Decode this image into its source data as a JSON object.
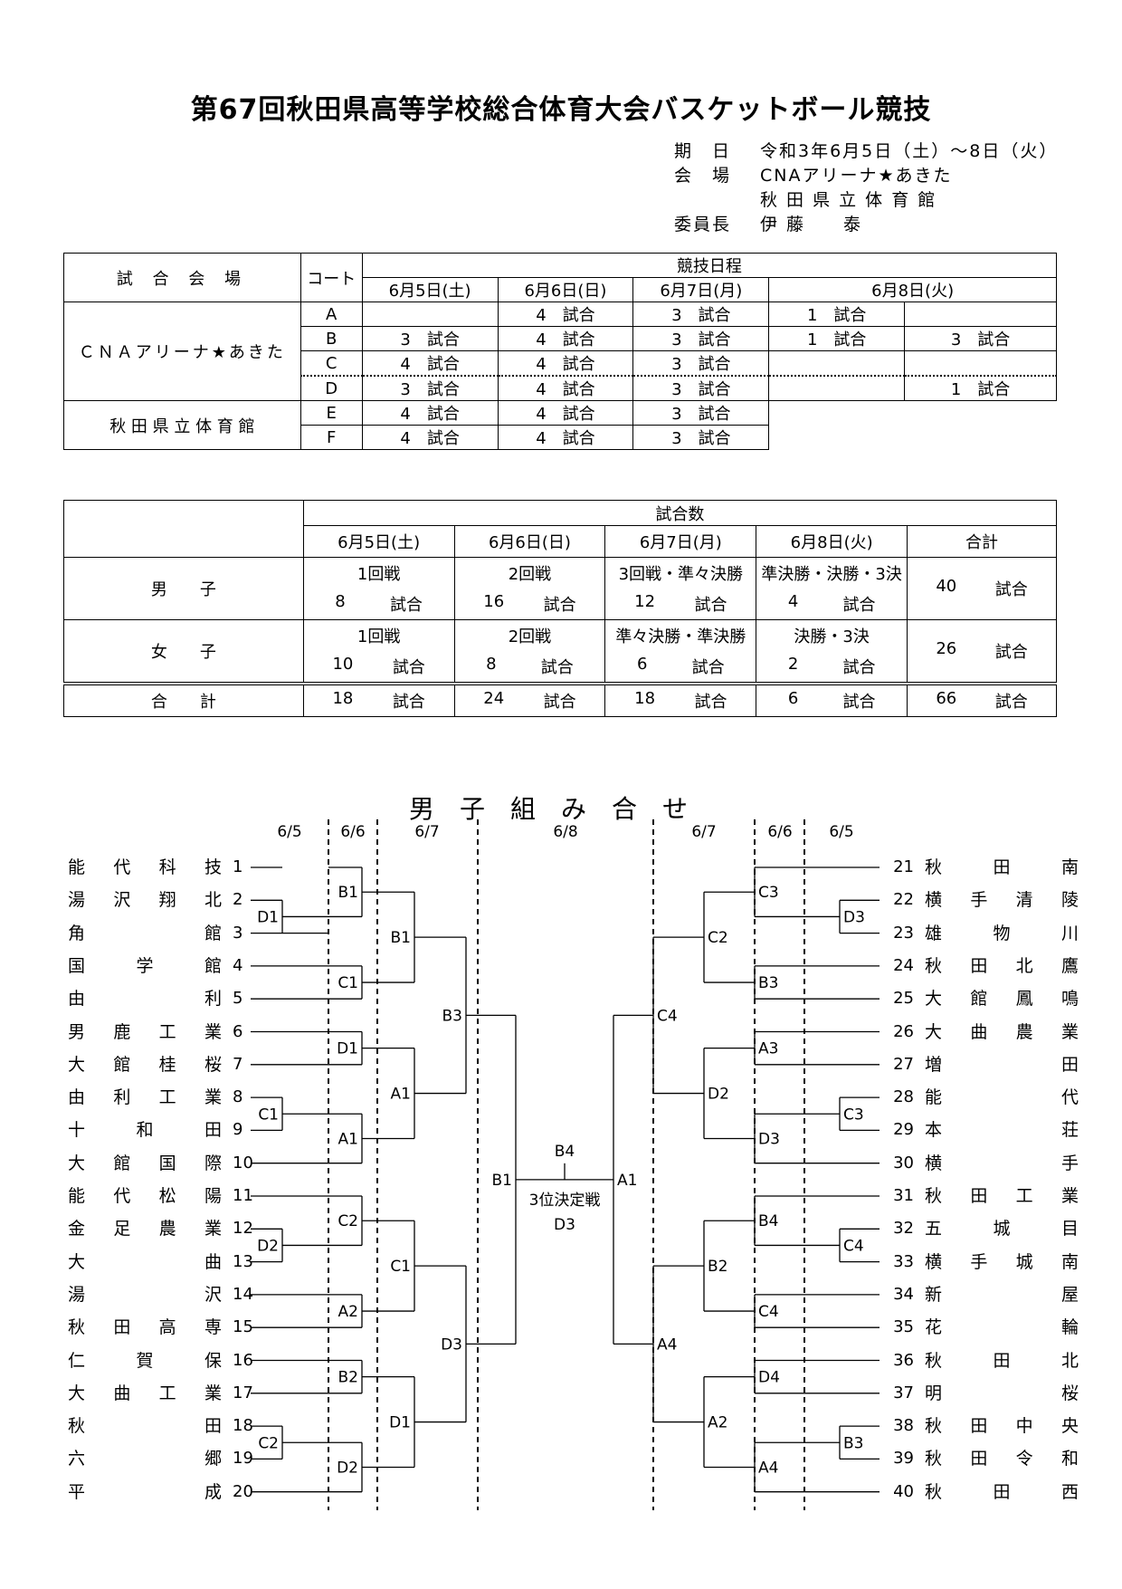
{
  "title": "第67回秋田県高等学校総合体育大会バスケットボール競技",
  "info": {
    "date_label": "期　日",
    "date_value": "令和3年6月5日（土）～8日（火）",
    "venue_label": "会　場",
    "venue1": "CNAアリーナ★あきた",
    "venue2": "秋 田 県 立 体 育 館",
    "chair_label": "委員長",
    "chair_name": "伊 藤　　泰"
  },
  "schedule": {
    "venue_header": "試 合 会 場",
    "court_header": "コート",
    "schedule_header": "競技日程",
    "days": [
      "6月5日(土)",
      "6月6日(日)",
      "6月7日(月)",
      "6月8日(火)"
    ],
    "venue1": "ＣＮＡアリーナ★あきた",
    "venue2": "秋 田 県 立 体 育 館",
    "rows": [
      {
        "court": "A",
        "d1": "",
        "d2": "4　試合",
        "d3": "3　試合",
        "d4a": "1　試合",
        "d4b": ""
      },
      {
        "court": "B",
        "d1": "3　試合",
        "d2": "4　試合",
        "d3": "3　試合",
        "d4a": "1　試合",
        "d4b": "3　試合"
      },
      {
        "court": "C",
        "d1": "4　試合",
        "d2": "4　試合",
        "d3": "3　試合",
        "d4a": "",
        "d4b": ""
      },
      {
        "court": "D",
        "d1": "3　試合",
        "d2": "4　試合",
        "d3": "3　試合",
        "d4a": "",
        "d4b": "1　試合"
      },
      {
        "court": "E",
        "d1": "4　試合",
        "d2": "4　試合",
        "d3": "3　試合"
      },
      {
        "court": "F",
        "d1": "4　試合",
        "d2": "4　試合",
        "d3": "3　試合"
      }
    ]
  },
  "counts": {
    "header": "試合数",
    "days": [
      "6月5日(土)",
      "6月6日(日)",
      "6月7日(月)",
      "6月8日(火)"
    ],
    "total_header": "合計",
    "unit": "試合",
    "boys": {
      "label": "男　　子",
      "rounds": [
        "1回戦",
        "2回戦",
        "3回戦・準々決勝",
        "準決勝・決勝・3決"
      ],
      "nums": [
        "8",
        "16",
        "12",
        "4"
      ],
      "total": "40"
    },
    "girls": {
      "label": "女　　子",
      "rounds": [
        "1回戦",
        "2回戦",
        "準々決勝・準決勝",
        "決勝・3決"
      ],
      "nums": [
        "10",
        "8",
        "6",
        "2"
      ],
      "total": "26"
    },
    "sum": {
      "label": "合　　計",
      "nums": [
        "18",
        "24",
        "18",
        "6"
      ],
      "total": "66"
    }
  },
  "bracket": {
    "title": "男子組み合せ",
    "dates_left": [
      "6/5",
      "6/6",
      "6/7"
    ],
    "date_center": "6/8",
    "dates_right": [
      "6/7",
      "6/6",
      "6/5"
    ],
    "third_place": "3位決定戦",
    "left_teams": [
      {
        "name": "能代科技",
        "num": "1"
      },
      {
        "name": "湯沢翔北",
        "num": "2"
      },
      {
        "name": "角館",
        "num": "3"
      },
      {
        "name": "国学館",
        "num": "4"
      },
      {
        "name": "由利",
        "num": "5"
      },
      {
        "name": "男鹿工業",
        "num": "6"
      },
      {
        "name": "大館桂桜",
        "num": "7"
      },
      {
        "name": "由利工業",
        "num": "8"
      },
      {
        "name": "十和田",
        "num": "9"
      },
      {
        "name": "大館国際",
        "num": "10"
      },
      {
        "name": "能代松陽",
        "num": "11"
      },
      {
        "name": "金足農業",
        "num": "12"
      },
      {
        "name": "大曲",
        "num": "13"
      },
      {
        "name": "湯沢",
        "num": "14"
      },
      {
        "name": "秋田高専",
        "num": "15"
      },
      {
        "name": "仁賀保",
        "num": "16"
      },
      {
        "name": "大曲工業",
        "num": "17"
      },
      {
        "name": "秋田",
        "num": "18"
      },
      {
        "name": "六郷",
        "num": "19"
      },
      {
        "name": "平成",
        "num": "20"
      }
    ],
    "right_teams": [
      {
        "name": "秋田南",
        "num": "21"
      },
      {
        "name": "横手清陵",
        "num": "22"
      },
      {
        "name": "雄物川",
        "num": "23"
      },
      {
        "name": "秋田北鷹",
        "num": "24"
      },
      {
        "name": "大館鳳鳴",
        "num": "25"
      },
      {
        "name": "大曲農業",
        "num": "26"
      },
      {
        "name": "増田",
        "num": "27"
      },
      {
        "name": "能代",
        "num": "28"
      },
      {
        "name": "本荘",
        "num": "29"
      },
      {
        "name": "横手",
        "num": "30"
      },
      {
        "name": "秋田工業",
        "num": "31"
      },
      {
        "name": "五城目",
        "num": "32"
      },
      {
        "name": "横手城南",
        "num": "33"
      },
      {
        "name": "新屋",
        "num": "34"
      },
      {
        "name": "花輪",
        "num": "35"
      },
      {
        "name": "秋田北",
        "num": "36"
      },
      {
        "name": "明桜",
        "num": "37"
      },
      {
        "name": "秋田中央",
        "num": "38"
      },
      {
        "name": "秋田令和",
        "num": "39"
      },
      {
        "name": "秋田西",
        "num": "40"
      }
    ],
    "left_r1": [
      "D1",
      "C1",
      "C2",
      "D2"
    ],
    "left_r2": [
      "B1",
      "C1",
      "D1",
      "A1",
      "C2",
      "A2",
      "B2",
      "D2"
    ],
    "left_r3": [
      "B1",
      "A1",
      "C1",
      "D1"
    ],
    "left_r4": [
      "B3",
      "D3"
    ],
    "left_semi": "B1",
    "final": "B4",
    "right_semi": "A1",
    "third_code": "D3",
    "right_r4": [
      "C4",
      "A4"
    ],
    "right_r3": [
      "C2",
      "D2",
      "B2",
      "A2"
    ],
    "right_r2": [
      "C3",
      "B3",
      "A3",
      "D3",
      "B4",
      "C4",
      "D4",
      "A4"
    ],
    "right_r1": [
      "D3",
      "C3",
      "C4",
      "B3"
    ]
  }
}
